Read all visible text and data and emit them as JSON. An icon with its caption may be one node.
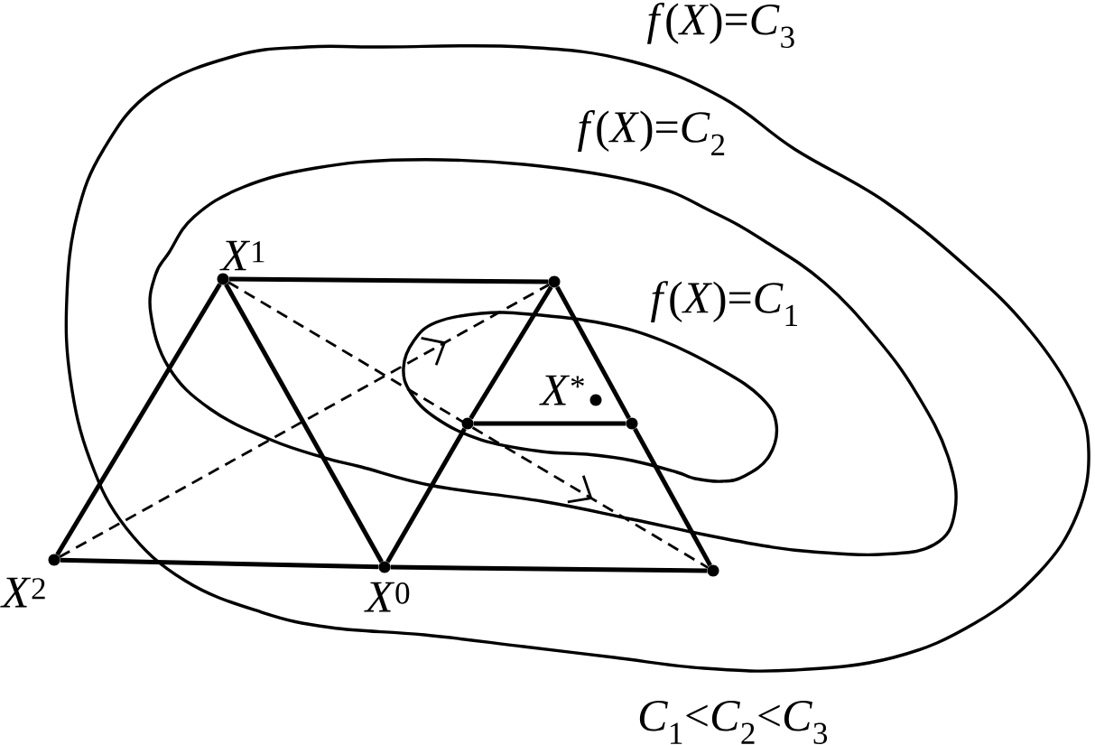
{
  "diagram": {
    "nodes": [
      {
        "text": [],
        "shape": "circle",
        "beside": [
          "*X*$^{1}$"
        ]
      },
      {
        "text": [],
        "shape": "circle"
      },
      {
        "text": [],
        "shape": "circle",
        "beside": [
          "*X*$^{*}$"
        ]
      },
      {
        "text": [],
        "shape": "circle"
      },
      {
        "text": [],
        "shape": "circle"
      },
      {
        "text": [],
        "shape": "circle",
        "beside": [
          "*X*$^{2}$"
        ]
      },
      {
        "text": [],
        "shape": "circle",
        "beside": [
          "*X*$^{0}$"
        ]
      },
      {
        "text": [],
        "shape": "circle"
      }
    ],
    "edges": [
      {
        "from": 0,
        "to": 1,
        "arrow": "none"
      },
      {
        "from": 0,
        "to": 5,
        "arrow": "none"
      },
      {
        "from": 0,
        "to": 6,
        "arrow": "none"
      },
      {
        "from": 5,
        "to": 6,
        "arrow": "none"
      },
      {
        "from": 6,
        "to": 7,
        "arrow": "none"
      },
      {
        "from": 6,
        "to": 3,
        "arrow": "none"
      },
      {
        "from": 3,
        "to": 1,
        "arrow": "none"
      },
      {
        "from": 1,
        "to": 4,
        "arrow": "none"
      },
      {
        "from": 4,
        "to": 7,
        "arrow": "none"
      },
      {
        "from": 3,
        "to": 4,
        "arrow": "none"
      },
      {
        "from": 5,
        "to": 1,
        "arrow": "to",
        "style": "dashed"
      },
      {
        "from": 0,
        "to": 7,
        "arrow": "to",
        "style": "dashed"
      }
    ],
    "labels": [
      "*f*(*X*)=*C*$_{3}$",
      "*f*(*X*)=*C*$_{2}$",
      "*f*(*X*)=*C*$_{1}$",
      "*C*$_{1}$<*C*$_{2}$<*C*$_{3}$"
    ]
  }
}
